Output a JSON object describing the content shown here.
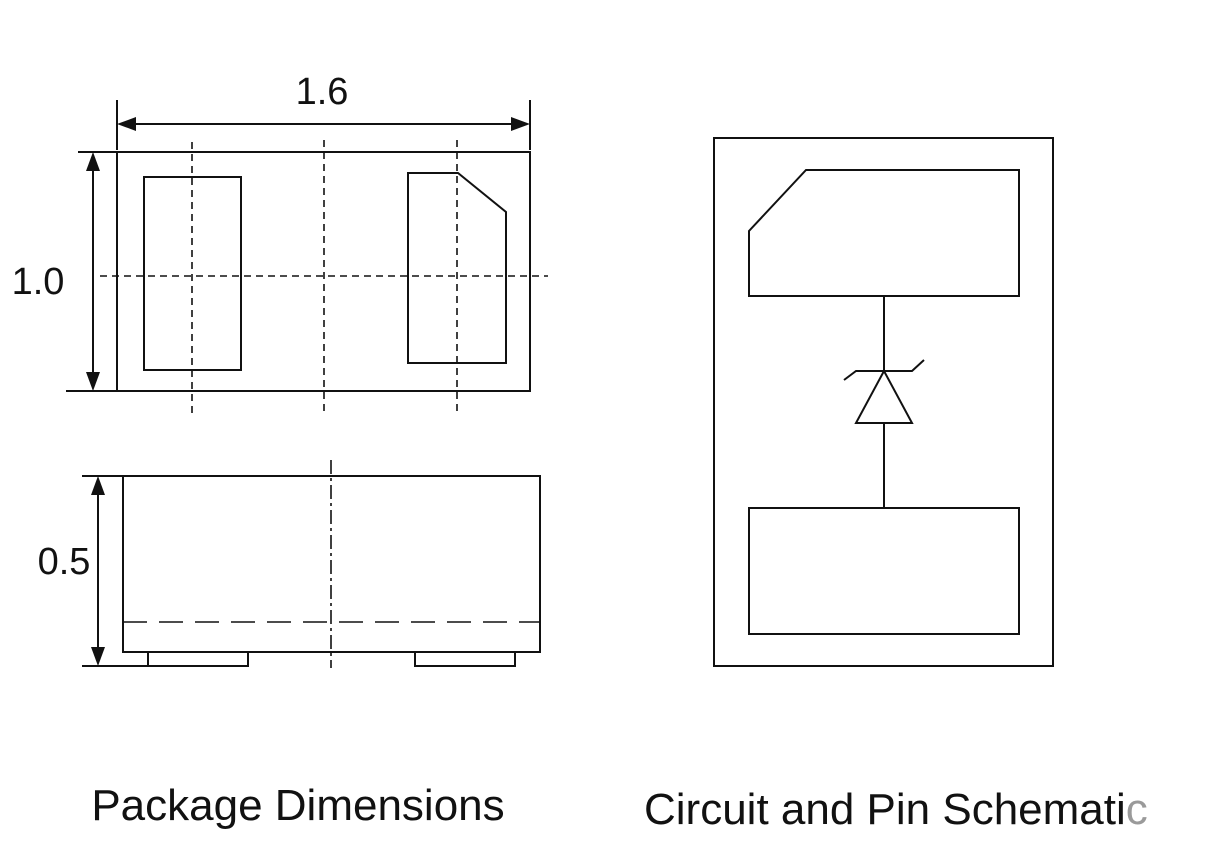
{
  "package": {
    "width_label": "1.6",
    "height_label": "1.0",
    "thickness_label": "0.5",
    "caption": "Package Dimensions"
  },
  "schematic": {
    "caption_main": "Circuit and Pin Schemati",
    "caption_last": "c",
    "component": "zener-diode"
  },
  "colors": {
    "line": "#111111",
    "background": "#ffffff",
    "faded_text": "#9a9a9a"
  }
}
